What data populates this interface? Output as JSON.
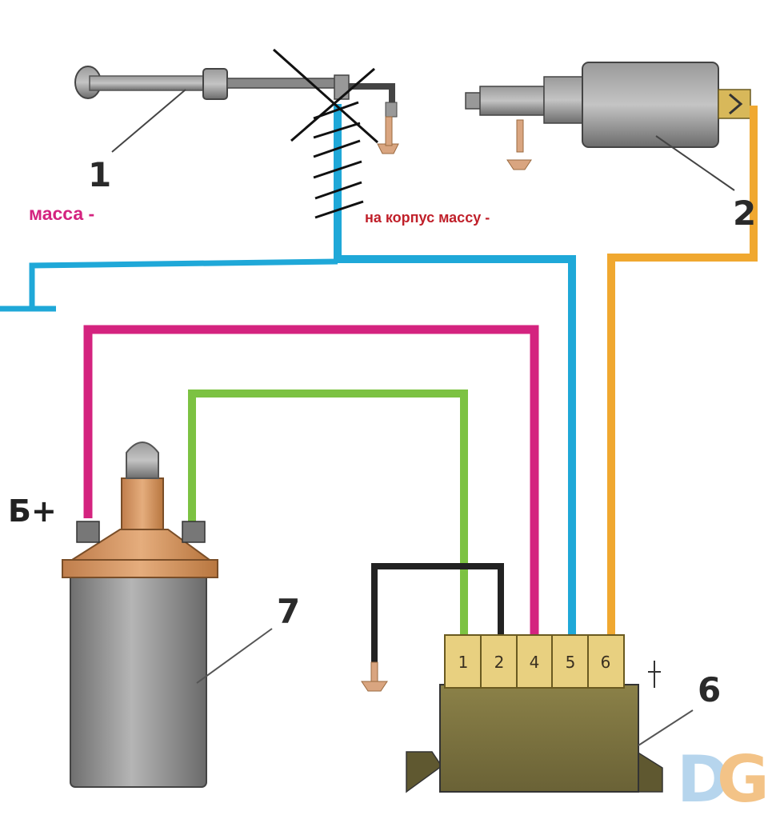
{
  "labels": {
    "mass_minus": "масса -",
    "to_body_mass": "на корпус массу -",
    "battery_plus": "Б+"
  },
  "callouts": {
    "sensor": "1",
    "solenoid": "2",
    "coil": "7",
    "switch_unit": "6"
  },
  "connector_pins": [
    "1",
    "2",
    "4",
    "5",
    "6"
  ],
  "watermark": "DG",
  "colors": {
    "blue_wire": "#1fa8d8",
    "magenta_wire": "#d4237f",
    "green_wire": "#7cc242",
    "orange_wire": "#f0a830",
    "black_wire": "#222222",
    "mass_label": "#d4237f",
    "body_mass_label": "#c0202a",
    "coil_body": "#8a8a8a",
    "coil_cap": "#d69a6a",
    "switch_body": "#7a7040",
    "connector": "#e8d080"
  }
}
